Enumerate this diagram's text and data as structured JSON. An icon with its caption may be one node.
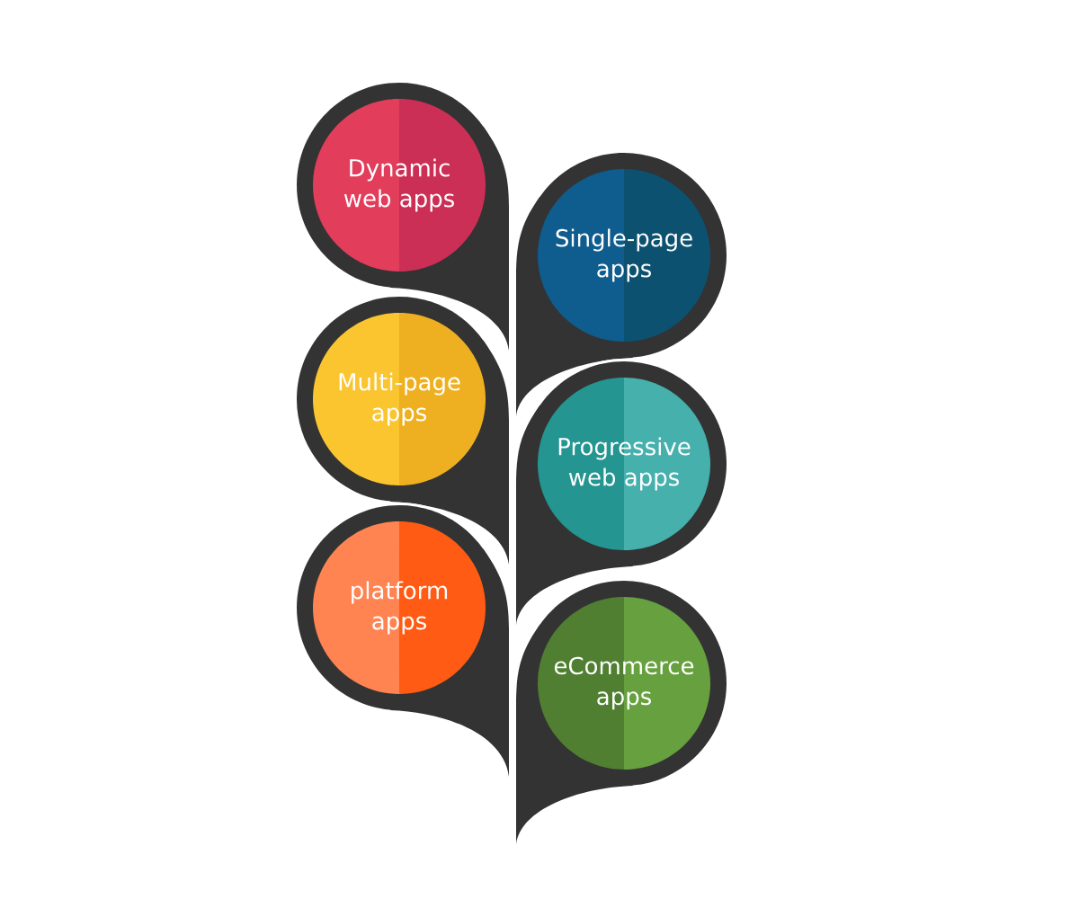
{
  "diagram": {
    "nodes": [
      {
        "text": [
          "Dynamic web apps"
        ]
      },
      {
        "text": [
          "Single-page apps"
        ]
      },
      {
        "text": [
          "Multi-page apps"
        ]
      },
      {
        "text": [
          "Progressive web apps"
        ]
      },
      {
        "text": [
          "platform apps"
        ]
      },
      {
        "text": [
          "eCommerce apps"
        ]
      }
    ]
  }
}
